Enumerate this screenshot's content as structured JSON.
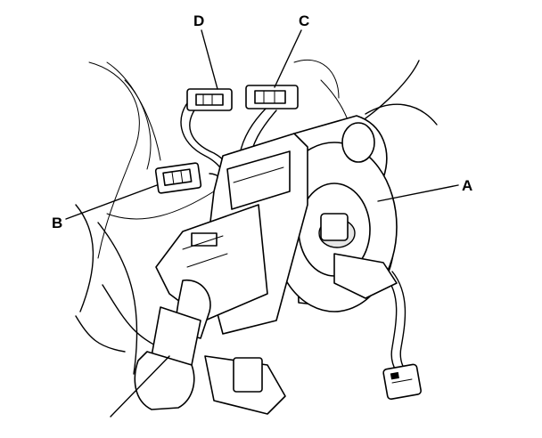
{
  "figure": {
    "callouts": {
      "A": "A",
      "B": "B",
      "C": "C",
      "D": "D"
    }
  }
}
